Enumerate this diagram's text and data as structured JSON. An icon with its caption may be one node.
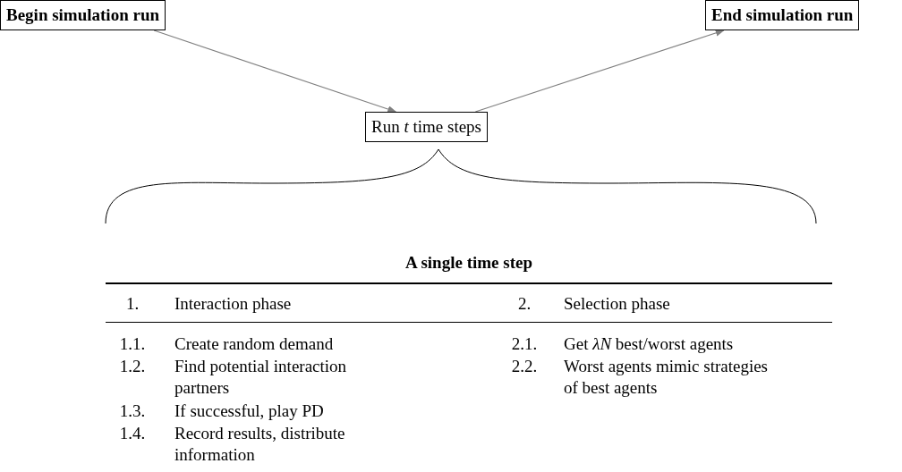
{
  "diagram": {
    "nodes": [
      {
        "text": [
          "Begin simulation run"
        ]
      },
      {
        "text": [
          "End simulation run"
        ]
      },
      {
        "text": [
          "Run *t* time steps"
        ]
      }
    ],
    "edges": [
      {
        "from": 0,
        "to": 2,
        "arrow": "to"
      },
      {
        "from": 2,
        "to": 1,
        "arrow": "to"
      }
    ],
    "labels": [
      "A single time step",
      "1.",
      "Interaction phase",
      "2.",
      "Selection phase",
      "1.1.",
      "Create random demand",
      "2.1.",
      "Get *λN* best/worst agents",
      "1.2.",
      "Find potential interaction partners",
      "2.2.",
      "Worst agents mimic strategies of best agents",
      "1.3.",
      "If successful, play PD",
      "1.4.",
      "Record results, distribute information"
    ]
  }
}
